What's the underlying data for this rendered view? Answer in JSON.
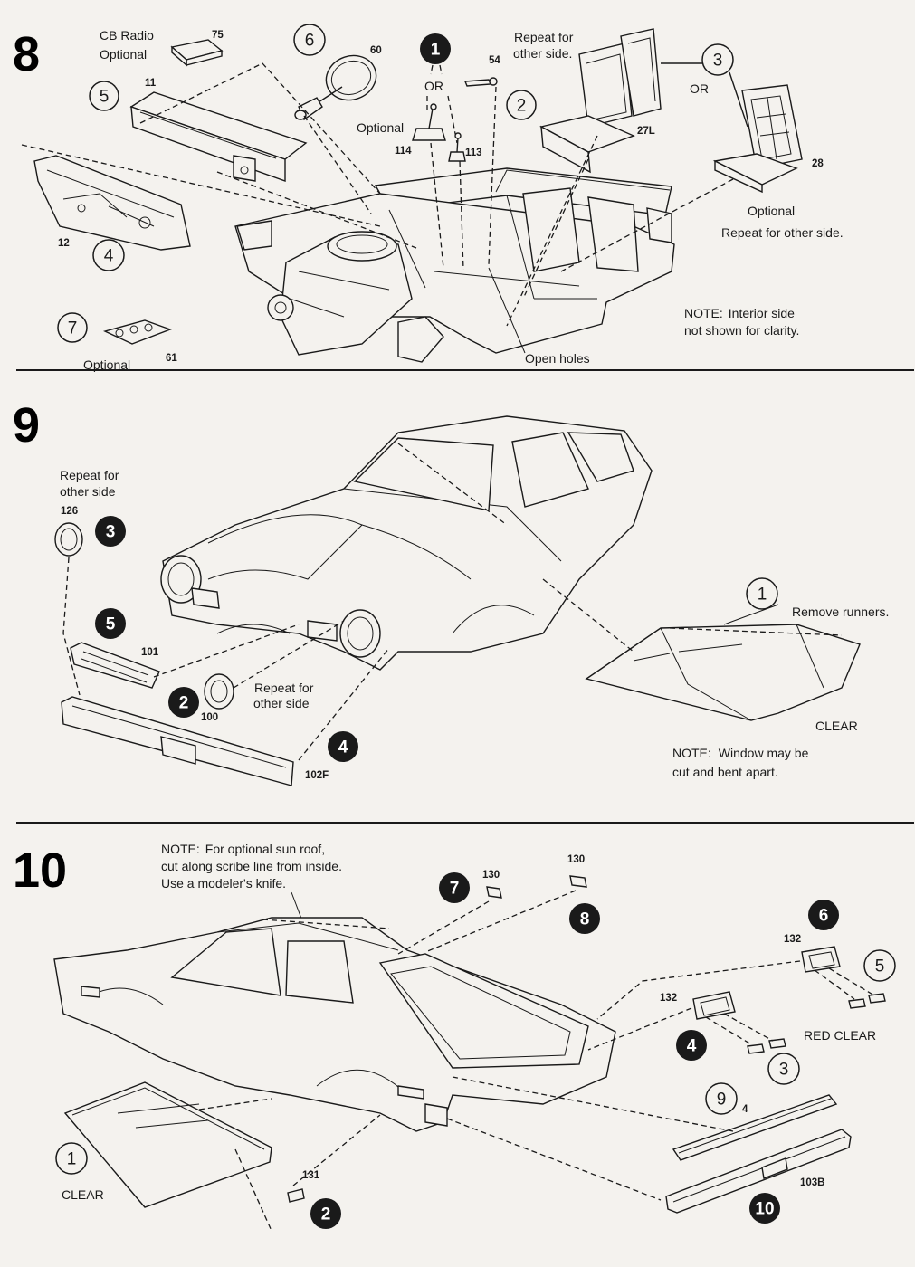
{
  "colors": {
    "paper": "#f4f2ee",
    "ink": "#1a1a1a"
  },
  "step8": {
    "number": "8",
    "cb_radio": "CB Radio",
    "cb_optional": "Optional",
    "p75": "75",
    "p11": "11",
    "p60": "60",
    "p54": "54",
    "p12": "12",
    "p61": "61",
    "p114": "114",
    "p113": "113",
    "p27l": "27L",
    "p28": "28",
    "c5": "5",
    "c6": "6",
    "c1": "1",
    "c2": "2",
    "c3": "3",
    "c4": "4",
    "c7": "7",
    "or1": "OR",
    "or2": "OR",
    "optional_shifter": "Optional",
    "repeat_line1": "Repeat for",
    "repeat_line2": "other side.",
    "seat_optional": "Optional",
    "seat_repeat": "Repeat for other side.",
    "optional_61": "Optional",
    "open_holes": "Open holes",
    "note_label": "NOTE:",
    "note_line1": "Interior side",
    "note_line2": "not shown for clarity."
  },
  "step9": {
    "number": "9",
    "repeat_a1": "Repeat for",
    "repeat_a2": "other side",
    "p126": "126",
    "p101": "101",
    "p100": "100",
    "p102f": "102F",
    "c3": "3",
    "c5": "5",
    "c2": "2",
    "c4": "4",
    "c1": "1",
    "repeat_b1": "Repeat for",
    "repeat_b2": "other side",
    "remove_runners": "Remove runners.",
    "clear": "CLEAR",
    "note_label": "NOTE:",
    "note_line1": "Window may be",
    "note_line2": "cut and bent apart."
  },
  "step10": {
    "number": "10",
    "note_label": "NOTE:",
    "note_line1": "For optional sun roof,",
    "note_line2": "cut along scribe line from inside.",
    "note_line3": "Use a modeler's knife.",
    "p130a": "130",
    "p130b": "130",
    "p132a": "132",
    "p132b": "132",
    "p4": "4",
    "p103b": "103B",
    "p131": "131",
    "c7": "7",
    "c8": "8",
    "c6": "6",
    "c5": "5",
    "c4": "4",
    "c3": "3",
    "c9": "9",
    "c1": "1",
    "c2": "2",
    "c10": "10",
    "red_clear": "RED CLEAR",
    "clear": "CLEAR"
  }
}
